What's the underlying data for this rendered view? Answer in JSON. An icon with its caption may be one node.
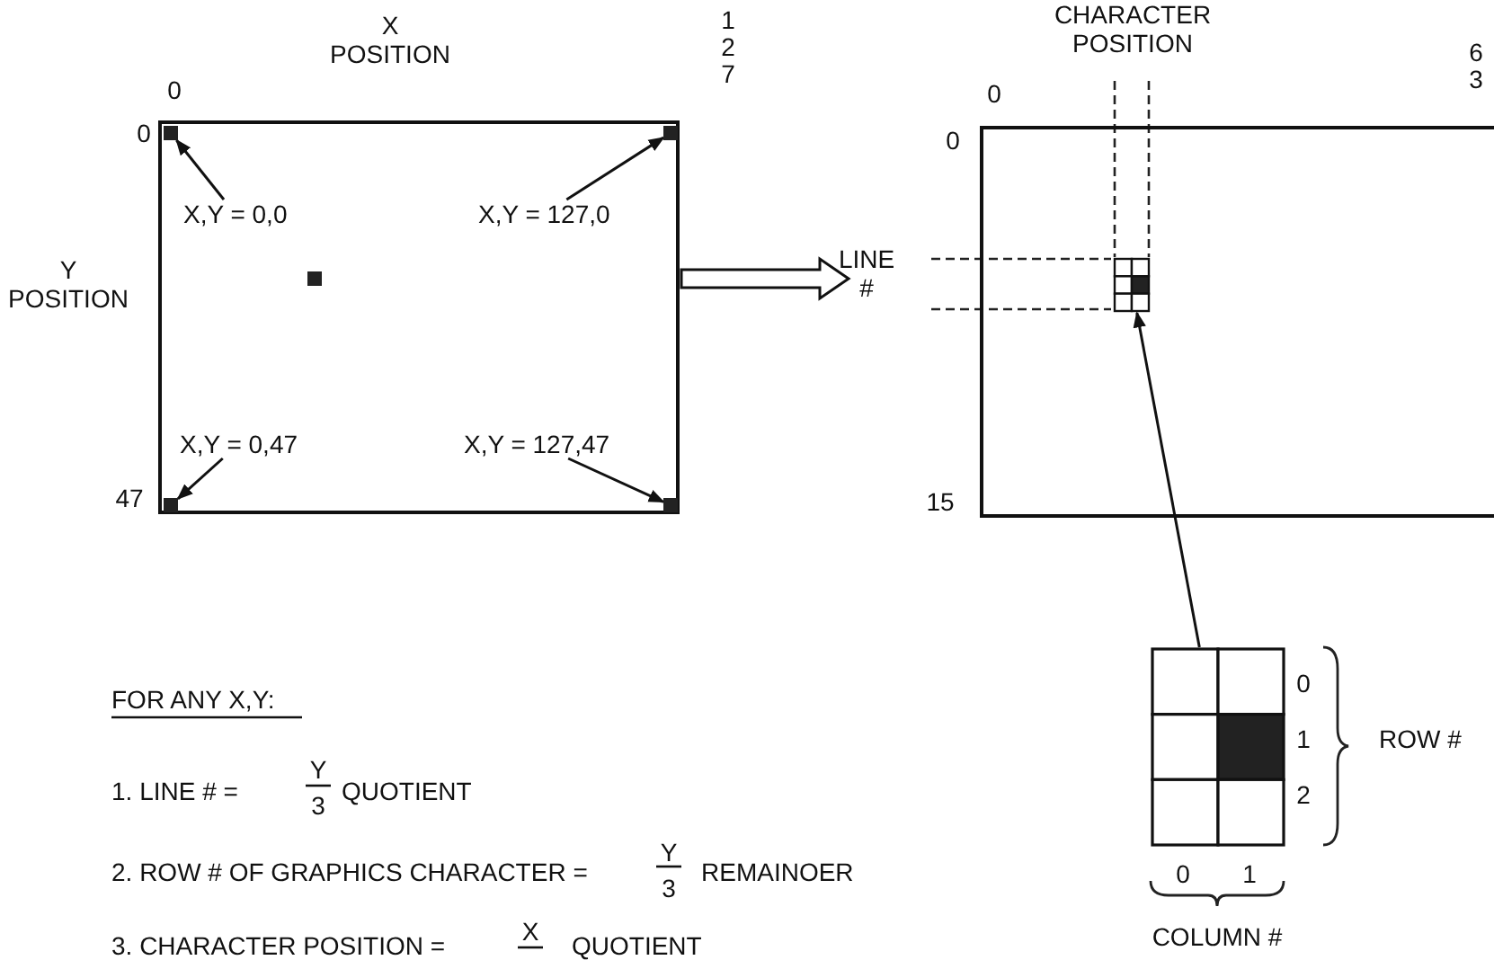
{
  "diagram": {
    "nodes": [
      {
        "text": [],
        "shape": "box"
      },
      {
        "text": [],
        "shape": "box",
        "in": 0
      },
      {
        "text": [],
        "shape": "box",
        "in": 0
      },
      {
        "text": [
          "X,Y = 0,0"
        ],
        "in": 0
      },
      {
        "text": [
          "X,Y = 127,0"
        ],
        "in": 0
      },
      {
        "text": [
          "X,Y = 0,47"
        ],
        "in": 0
      },
      {
        "text": [
          "X,Y = 127,47"
        ],
        "in": 0
      },
      {
        "text": [],
        "shape": "box",
        "in": 0
      },
      {
        "text": [],
        "shape": "box",
        "in": 0
      },
      {
        "text": [],
        "shape": "box"
      },
      {
        "text": [],
        "shape": "box",
        "in": 9
      },
      {
        "text": [],
        "shape": "box"
      }
    ],
    "edges": [
      {
        "from": 3,
        "to": 1,
        "arrow": "to"
      },
      {
        "from": 4,
        "to": 2,
        "arrow": "to"
      },
      {
        "from": 5,
        "to": 7,
        "arrow": "to"
      },
      {
        "from": 6,
        "to": 8,
        "arrow": "to"
      },
      {
        "from": 0,
        "to": 9,
        "arrow": "to"
      },
      {
        "from": 11,
        "to": 10,
        "arrow": "to"
      }
    ],
    "labels": [
      "X POSITION",
      "0",
      "127",
      "0",
      "Y POSITION",
      "47",
      "CHARACTER POSITION",
      "0",
      "63",
      "0",
      "LINE #",
      "15",
      "FOR ANY X,Y:",
      "1. LINE # =",
      "Y",
      "3",
      "QUOTIENT",
      "2. ROW # OF GRAPHICS CHARACTER =",
      "Y",
      "3",
      "REMAINOER",
      "3. CHARACTER POSITION =",
      "X",
      "QUOTIENT",
      "0",
      "1",
      "2",
      "ROW #",
      "0",
      "1",
      "COLUMN #"
    ]
  }
}
